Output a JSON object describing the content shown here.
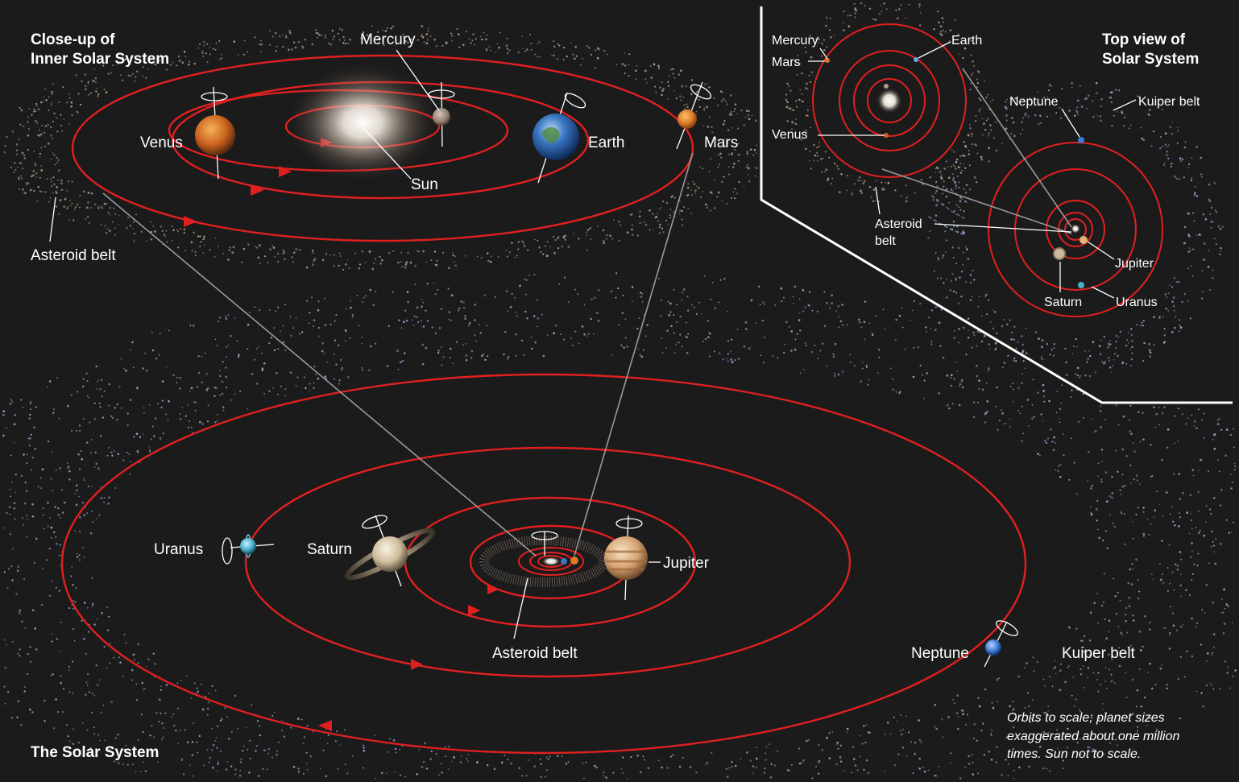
{
  "titles": {
    "inner_line1": "Close-up of",
    "inner_line2": "Inner Solar System",
    "top_line1": "Top view of",
    "top_line2": "Solar System",
    "main": "The Solar System"
  },
  "inner_labels": {
    "mercury": "Mercury",
    "venus": "Venus",
    "earth": "Earth",
    "mars": "Mars",
    "sun": "Sun",
    "asteroid_belt": "Asteroid belt"
  },
  "main_labels": {
    "uranus": "Uranus",
    "saturn": "Saturn",
    "jupiter": "Jupiter",
    "neptune": "Neptune",
    "asteroid_belt": "Asteroid belt",
    "kuiper_belt": "Kuiper belt"
  },
  "top_labels": {
    "mercury": "Mercury",
    "mars": "Mars",
    "earth": "Earth",
    "venus": "Venus",
    "asteroid_line1": "Asteroid",
    "asteroid_line2": "belt",
    "neptune": "Neptune",
    "kuiper_belt": "Kuiper belt",
    "jupiter": "Jupiter",
    "saturn": "Saturn",
    "uranus": "Uranus"
  },
  "note": {
    "line1": "Orbits to scale; planet sizes",
    "line2": "exaggerated about one million",
    "line3": "times. Sun not to scale."
  },
  "colors": {
    "background": "#1c1b1b",
    "orbit": "#e02020",
    "asteroid_dots": "#a89a86",
    "kuiper_dots": "#8fa3c8"
  }
}
